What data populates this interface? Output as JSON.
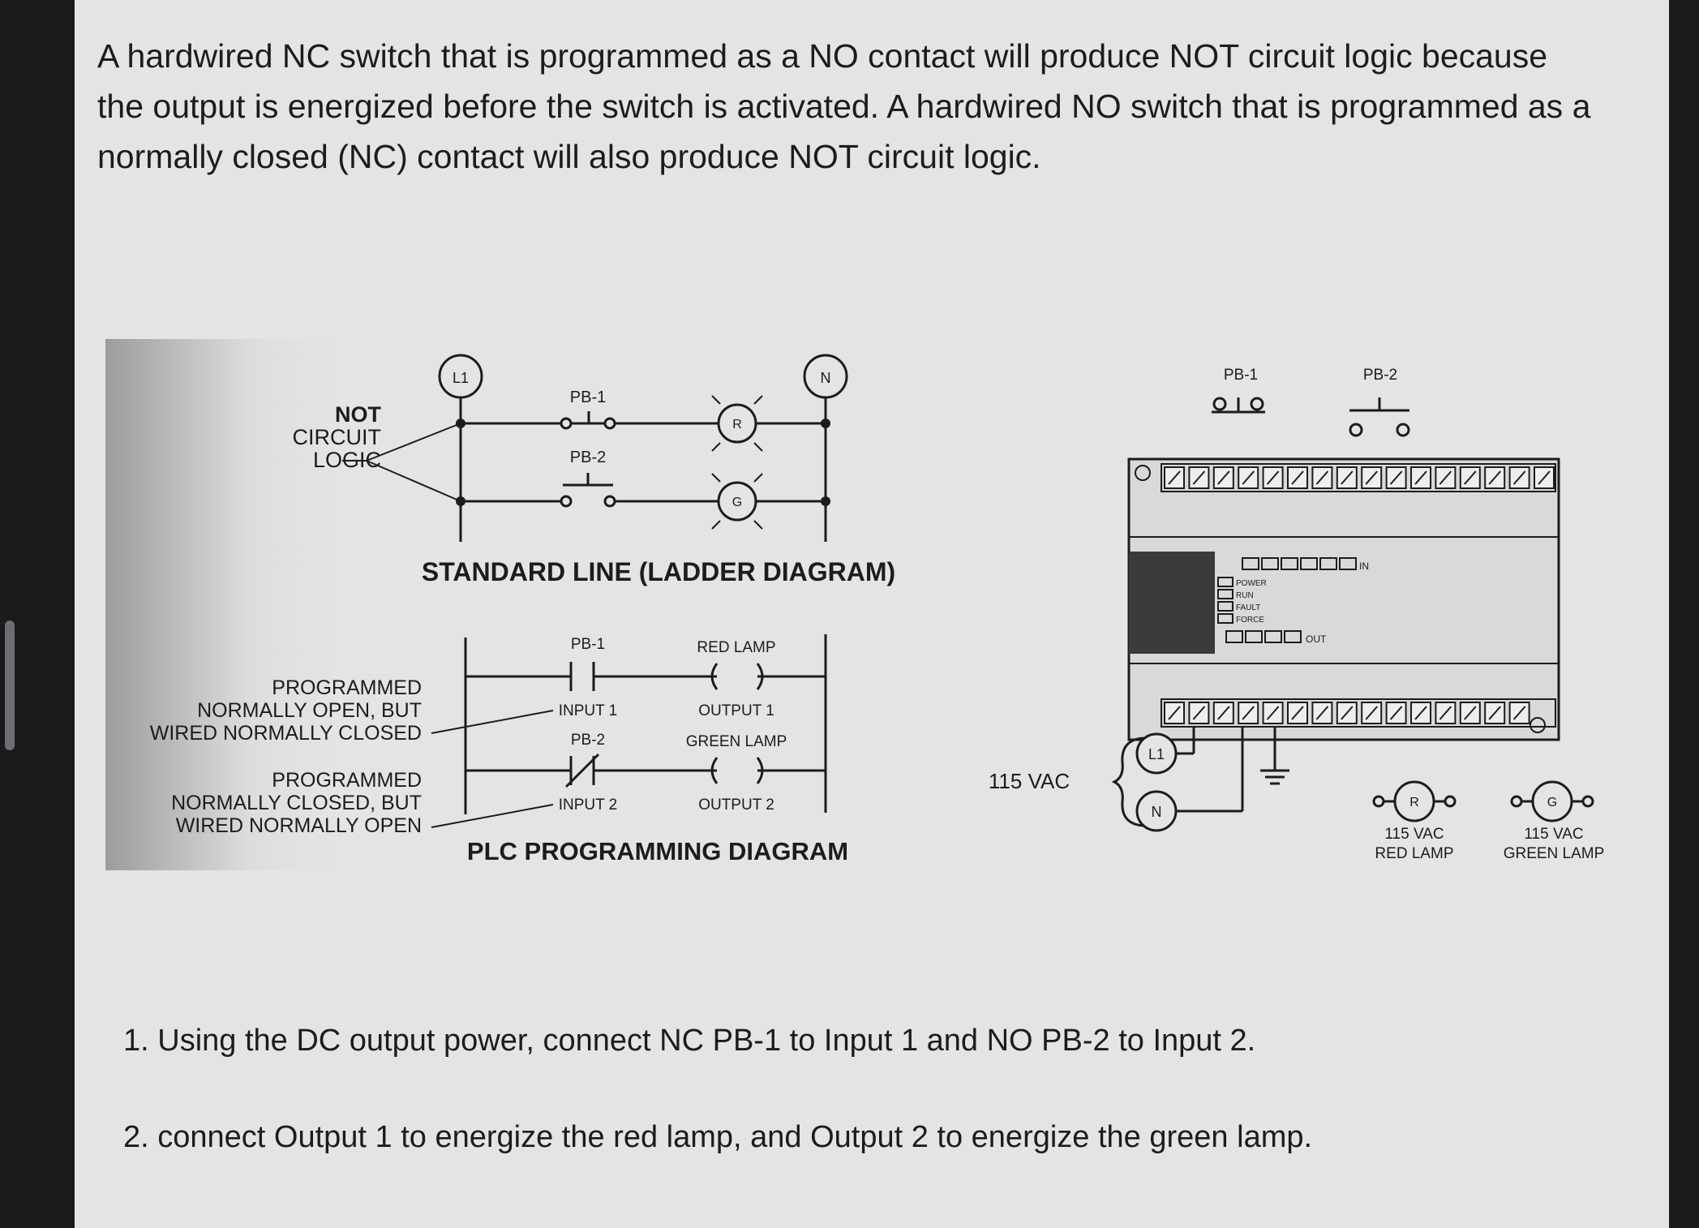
{
  "intro_text": "A hardwired NC switch that is programmed as a NO contact will produce NOT circuit logic because the output is energized before the switch is activated.  A hardwired NO switch that is programmed as a normally closed (NC) contact will also produce NOT circuit logic.",
  "ladder": {
    "rail_left": "L1",
    "rail_right": "N",
    "side_label_lines": [
      "NOT",
      "CIRCUIT",
      "LOGIC"
    ],
    "pb1": "PB-1",
    "pb2": "PB-2",
    "lamp_red": "R",
    "lamp_green": "G",
    "caption": "STANDARD LINE (LADDER DIAGRAM)"
  },
  "plc_program": {
    "rung1": {
      "contact": "PB-1",
      "input": "INPUT 1",
      "coil_label": "RED LAMP",
      "output": "OUTPUT 1"
    },
    "rung2": {
      "contact": "PB-2",
      "input": "INPUT 2",
      "coil_label": "GREEN LAMP",
      "output": "OUTPUT 2"
    },
    "note1_lines": [
      "PROGRAMMED",
      "NORMALLY OPEN, BUT",
      "WIRED NORMALLY CLOSED"
    ],
    "note2_lines": [
      "PROGRAMMED",
      "NORMALLY CLOSED, BUT",
      "WIRED NORMALLY OPEN"
    ],
    "caption": "PLC PROGRAMMING DIAGRAM"
  },
  "wiring": {
    "pb1": "PB-1",
    "pb2": "PB-2",
    "supply": "115 VAC",
    "l1": "L1",
    "n": "N",
    "status_leds": [
      "POWER",
      "RUN",
      "FAULT",
      "FORCE"
    ],
    "in_label": "IN",
    "out_label": "OUT",
    "red_lamp_symbol": "R",
    "green_lamp_symbol": "G",
    "red_lamp_lines": [
      "115 VAC",
      "RED LAMP"
    ],
    "green_lamp_lines": [
      "115 VAC",
      "GREEN LAMP"
    ]
  },
  "questions": [
    "1. Using the DC output power, connect NC PB-1 to Input 1 and NO PB-2 to Input 2.",
    "2. connect Output 1 to energize the red lamp, and Output 2 to energize the green lamp."
  ],
  "colors": {
    "page": "#e4e5e2",
    "ink": "#1c1c1c",
    "bezel": "#1b1b1d"
  }
}
